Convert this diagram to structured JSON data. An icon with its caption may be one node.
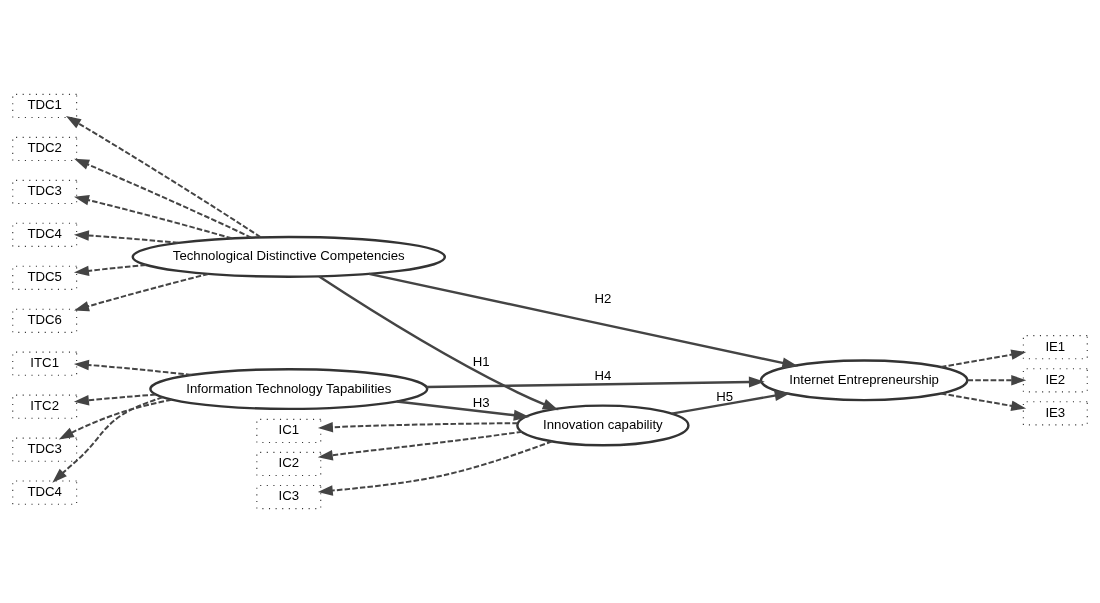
{
  "diagram": {
    "nodes": [
      {
        "text": [
          "Technological Distinctive Competencies"
        ]
      },
      {
        "text": [
          "TDC1"
        ]
      },
      {
        "text": [
          "TDC2"
        ]
      },
      {
        "text": [
          "TDC3"
        ]
      },
      {
        "text": [
          "TDC4"
        ]
      },
      {
        "text": [
          "TDC5"
        ]
      },
      {
        "text": [
          "TDC6"
        ]
      },
      {
        "text": [
          "Information Technology Tapabilities"
        ]
      },
      {
        "text": [
          "ITC1"
        ]
      },
      {
        "text": [
          "ITC2"
        ]
      },
      {
        "text": [
          "TDC3"
        ]
      },
      {
        "text": [
          "TDC4"
        ]
      },
      {
        "text": [
          "Innovation capability"
        ]
      },
      {
        "text": [
          "IC1"
        ]
      },
      {
        "text": [
          "IC2"
        ]
      },
      {
        "text": [
          "IC3"
        ]
      },
      {
        "text": [
          "Internet Entrepreneurship"
        ]
      },
      {
        "text": [
          "IE1"
        ]
      },
      {
        "text": [
          "IE2"
        ]
      },
      {
        "text": [
          "IE3"
        ]
      }
    ],
    "edges": [
      {
        "from": 0,
        "to": 1,
        "arrow": "to",
        "style": "dashed"
      },
      {
        "from": 0,
        "to": 2,
        "arrow": "to",
        "style": "dashed"
      },
      {
        "from": 0,
        "to": 3,
        "arrow": "to",
        "style": "dashed"
      },
      {
        "from": 0,
        "to": 4,
        "arrow": "to",
        "style": "dashed"
      },
      {
        "from": 0,
        "to": 5,
        "arrow": "to",
        "style": "dashed"
      },
      {
        "from": 0,
        "to": 6,
        "arrow": "to",
        "style": "dashed"
      },
      {
        "from": 7,
        "to": 8,
        "arrow": "to",
        "style": "dashed"
      },
      {
        "from": 7,
        "to": 9,
        "arrow": "to",
        "style": "dashed"
      },
      {
        "from": 7,
        "to": 10,
        "arrow": "to",
        "style": "dashed"
      },
      {
        "from": 7,
        "to": 11,
        "arrow": "to",
        "style": "dashed"
      },
      {
        "from": 12,
        "to": 13,
        "arrow": "to",
        "style": "dashed"
      },
      {
        "from": 12,
        "to": 14,
        "arrow": "to",
        "style": "dashed"
      },
      {
        "from": 12,
        "to": 15,
        "arrow": "to",
        "style": "dashed"
      },
      {
        "from": 16,
        "to": 17,
        "arrow": "to",
        "style": "dashed"
      },
      {
        "from": 16,
        "to": 18,
        "arrow": "to",
        "style": "dashed"
      },
      {
        "from": 16,
        "to": 19,
        "arrow": "to",
        "style": "dashed"
      },
      {
        "from": 0,
        "to": 12,
        "arrow": "to",
        "label": "H1"
      },
      {
        "from": 0,
        "to": 16,
        "arrow": "to",
        "label": "H2"
      },
      {
        "from": 7,
        "to": 12,
        "arrow": "to",
        "label": "H3"
      },
      {
        "from": 7,
        "to": 16,
        "arrow": "to",
        "label": "H4"
      },
      {
        "from": 12,
        "to": 16,
        "arrow": "to",
        "label": "H5"
      }
    ]
  }
}
